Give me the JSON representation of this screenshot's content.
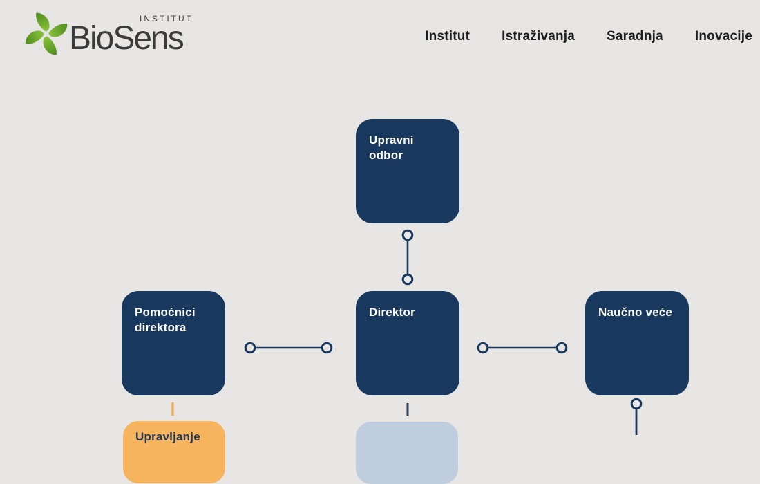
{
  "brand": {
    "wordmark": "BioSens",
    "institute_label": "INSTITUT",
    "logo_icon": "leaf-pinwheel-icon"
  },
  "nav": {
    "items": [
      {
        "label": "Institut"
      },
      {
        "label": "Istraživanja"
      },
      {
        "label": "Saradnja"
      },
      {
        "label": "Inovacije"
      }
    ]
  },
  "org_chart": {
    "nodes": {
      "upravni_odbor": {
        "label": "Upravni odbor",
        "color": "#19385e"
      },
      "pomocnici_direktora": {
        "label": "Pomoćnici direktora",
        "color": "#19385e"
      },
      "direktor": {
        "label": "Direktor",
        "color": "#19385e"
      },
      "naucno_vece": {
        "label": "Naučno veće",
        "color": "#19385e"
      },
      "orange_partial": {
        "label": "Upravljanje",
        "color": "#f6b45e",
        "note": "clipped at bottom edge"
      },
      "blue_partial": {
        "label": "",
        "color": "#bfcdde",
        "note": "clipped at bottom edge"
      }
    },
    "connections": [
      {
        "from": "upravni_odbor",
        "to": "direktor",
        "style": "line-with-circle-ends"
      },
      {
        "from": "pomocnici_direktora",
        "to": "direktor",
        "style": "line-with-circle-ends"
      },
      {
        "from": "direktor",
        "to": "naucno_vece",
        "style": "line-with-circle-ends"
      },
      {
        "from": "pomocnici_direktora",
        "to": "orange_partial",
        "style": "orange-line"
      },
      {
        "from": "direktor",
        "to": "blue_partial",
        "style": "navy-line"
      },
      {
        "from": "naucno_vece",
        "to": "below",
        "style": "circle-then-line"
      }
    ]
  },
  "colors": {
    "background": "#e7e6e4",
    "navy": "#19385e",
    "orange": "#f6b45e",
    "orange_line": "#f0a850",
    "light_blue": "#bfcdde",
    "leaf_green_dark": "#55941e",
    "leaf_green_light": "#8dc63f",
    "nav_text": "#1d1d1f"
  }
}
